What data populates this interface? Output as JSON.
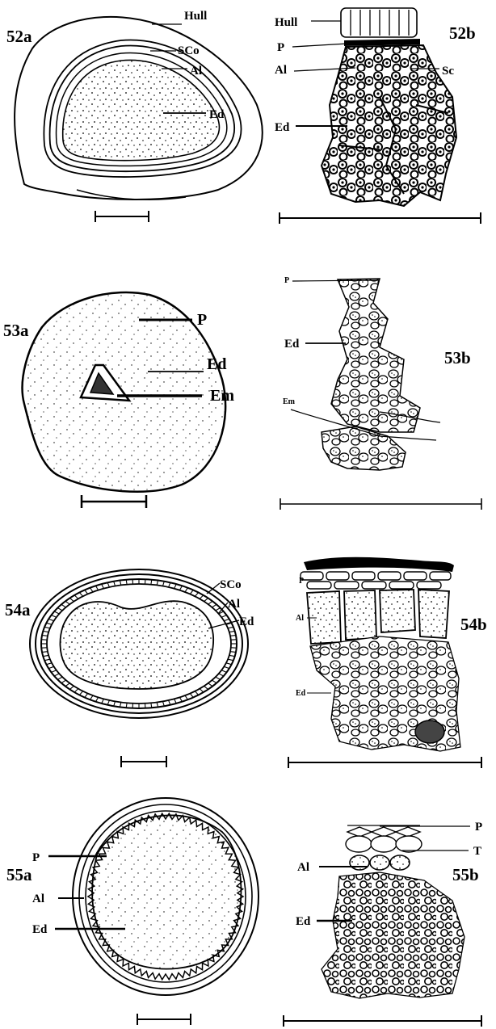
{
  "figures": {
    "f52a": "52a",
    "f52b": "52b",
    "f53a": "53a",
    "f53b": "53b",
    "f54a": "54a",
    "f54b": "54b",
    "f55a": "55a",
    "f55b": "55b"
  },
  "labels": {
    "p52a": {
      "hull": "Hull",
      "sco": "SCo",
      "al": "Al",
      "ed": "Ed"
    },
    "p52b": {
      "hull": "Hull",
      "p": "P",
      "al": "Al",
      "sc": "Sc",
      "ed": "Ed"
    },
    "p53a": {
      "p": "P",
      "ed": "Ed",
      "em": "Em"
    },
    "p53b": {
      "p": "P",
      "ed": "Ed",
      "em": "Em"
    },
    "p54a": {
      "sco": "SCo",
      "al": "Al",
      "ed": "Ed"
    },
    "p54b": {
      "p": "P",
      "al": "Al",
      "ed": "Ed"
    },
    "p55a": {
      "p": "P",
      "al": "Al",
      "ed": "Ed"
    },
    "p55b": {
      "p": "P",
      "t": "T",
      "al": "Al",
      "ed": "Ed"
    }
  },
  "style": {
    "ink": "#000000",
    "paper": "#ffffff"
  }
}
